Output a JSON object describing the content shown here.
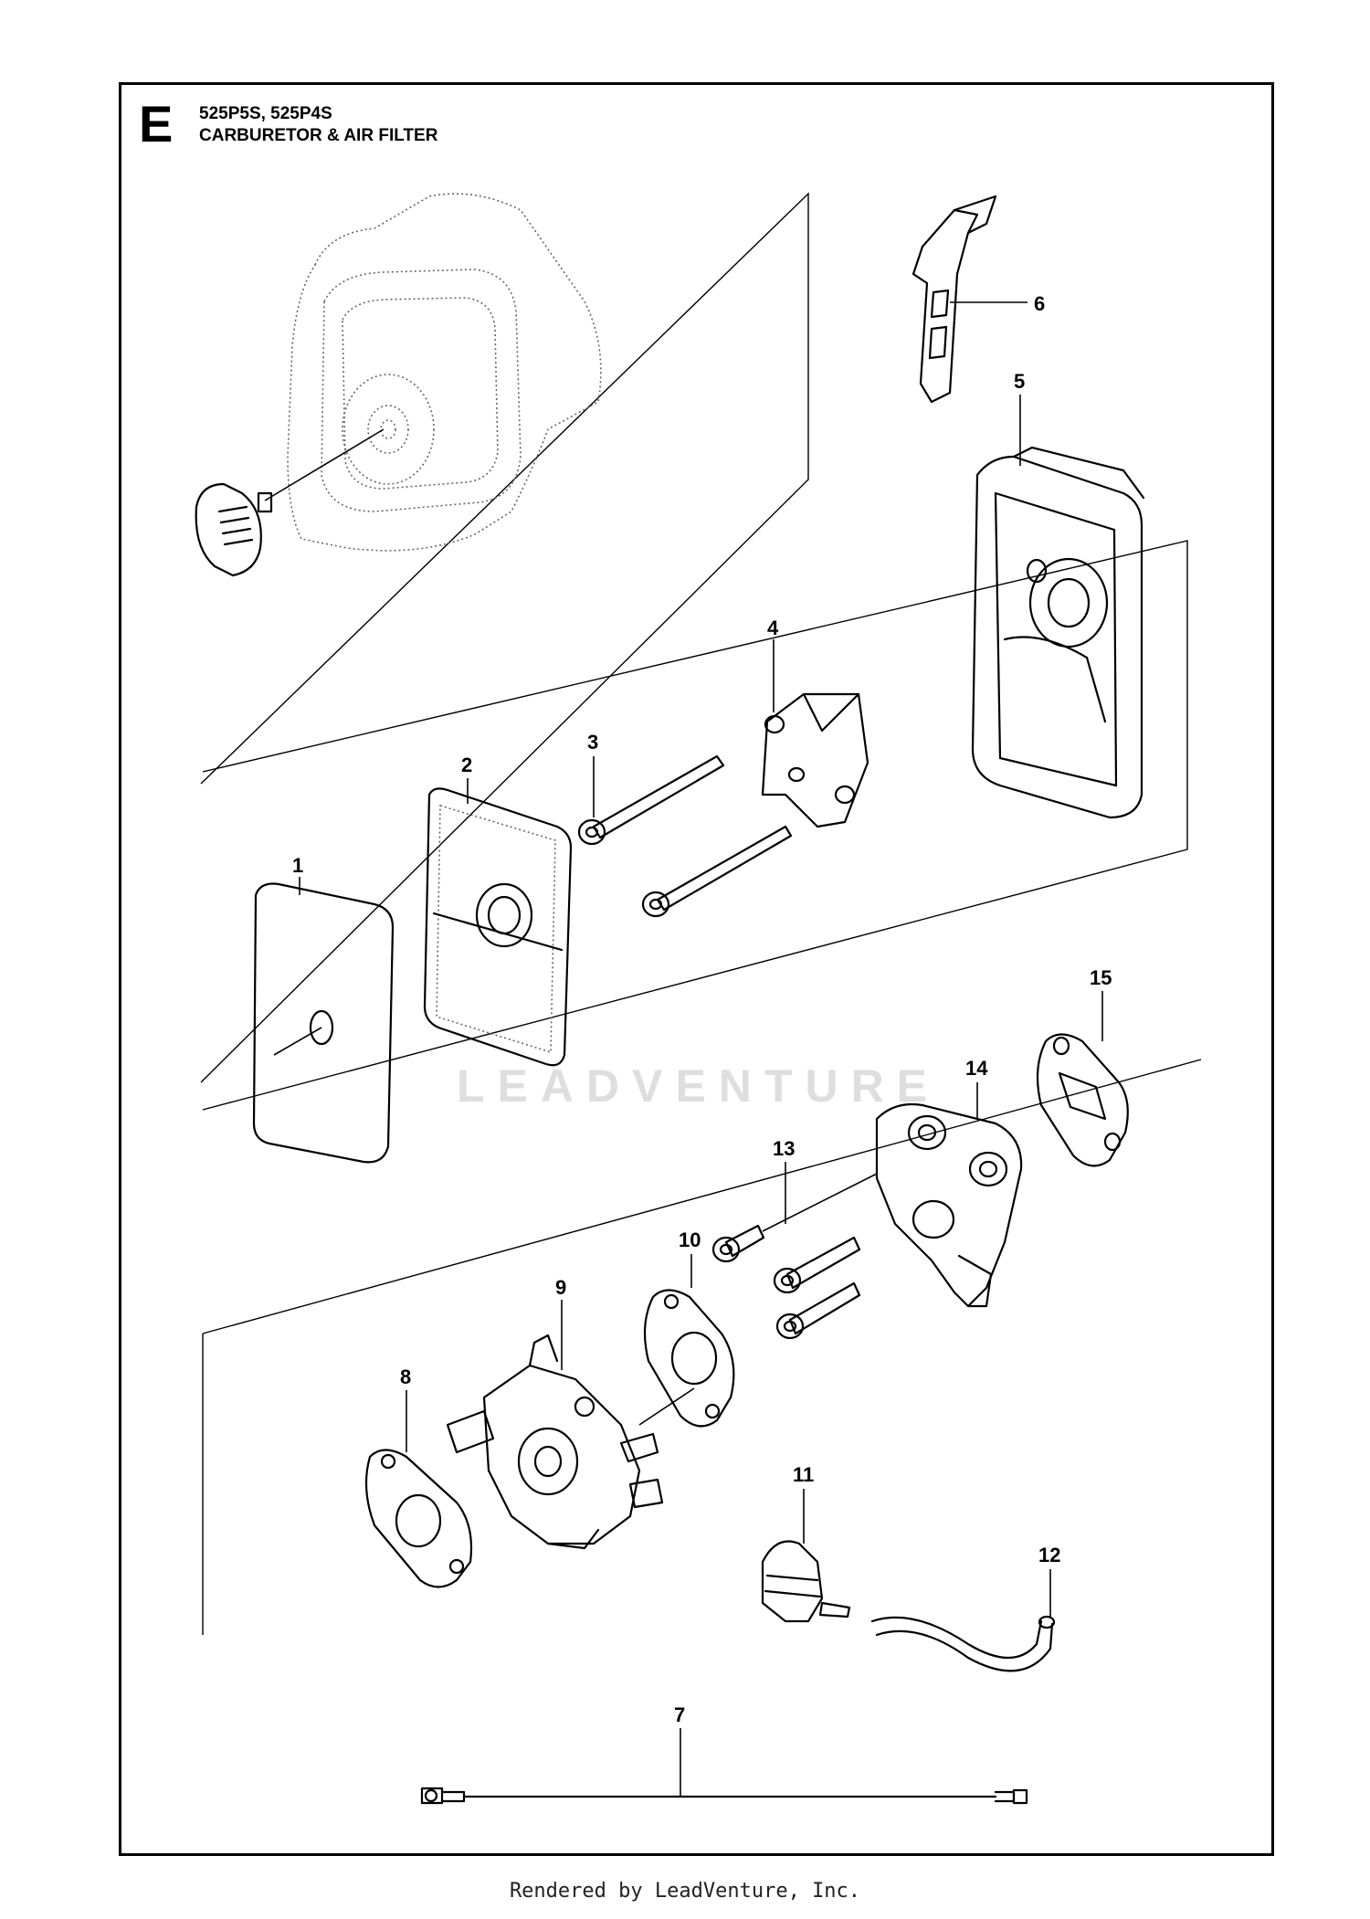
{
  "header": {
    "section_letter": "E",
    "models": "525P5S, 525P4S",
    "title": "CARBURETOR & AIR FILTER"
  },
  "callouts": [
    "1",
    "2",
    "3",
    "4",
    "5",
    "6",
    "7",
    "8",
    "9",
    "10",
    "11",
    "12",
    "13",
    "14",
    "15"
  ],
  "watermark": "LEADVENTURE",
  "footer": "Rendered by LeadVenture, Inc."
}
